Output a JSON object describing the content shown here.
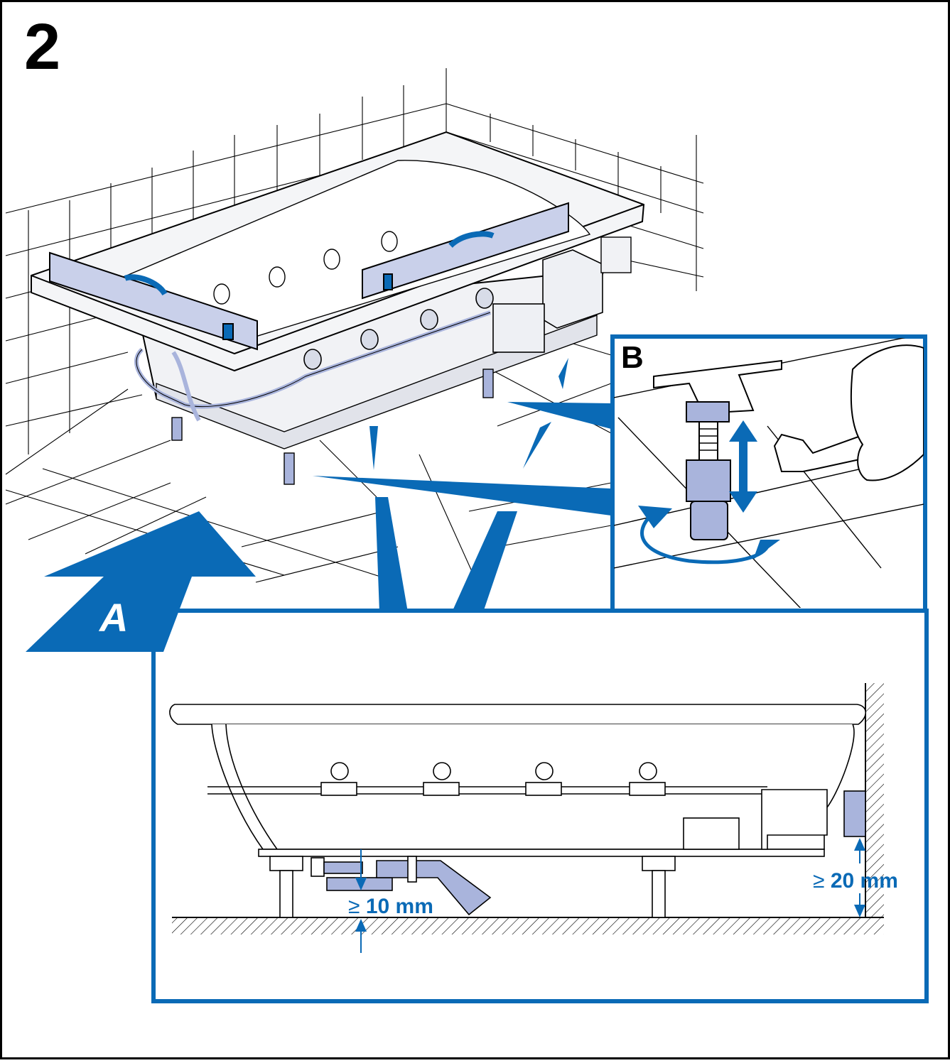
{
  "step": {
    "number": "2"
  },
  "callouts": {
    "detail_b": "B",
    "detail_a": "A"
  },
  "dimensions": {
    "drain_clearance": {
      "symbol": "≥",
      "value": "10 mm"
    },
    "wall_clearance": {
      "symbol": "≥",
      "value": "20 mm"
    }
  },
  "colors": {
    "accent": "#0a6ab6",
    "tub_fill": "#f1f2f5",
    "part_fill": "#a9b4dc",
    "line": "#000000"
  },
  "icons": {
    "spirit_level": "spirit-level-icon",
    "wrench": "wrench-icon",
    "height_adjust_arrows": "up-down-arrow-icon",
    "rotate_arrow": "rotate-arrow-icon"
  }
}
